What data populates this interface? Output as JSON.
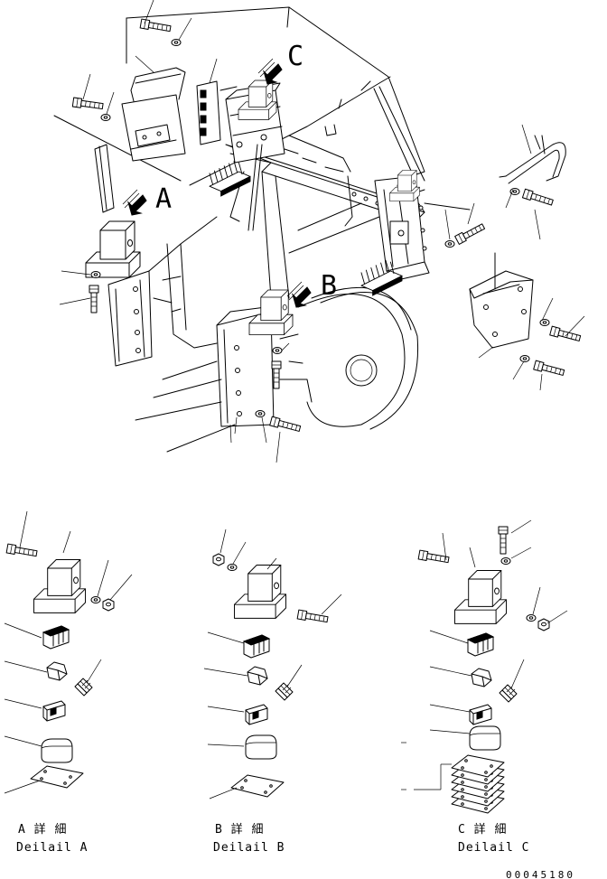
{
  "view_labels": {
    "a": "A",
    "b": "B",
    "c": "C"
  },
  "details": {
    "a": {
      "jp": "A 詳 細",
      "en": "Deilail A"
    },
    "b": {
      "jp": "B 詳 細",
      "en": "Deilail B"
    },
    "c": {
      "jp": "C 詳 細",
      "en": "Deilail C"
    }
  },
  "drawing_id": "00045180"
}
